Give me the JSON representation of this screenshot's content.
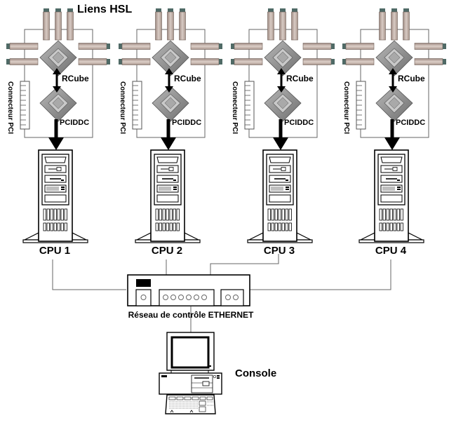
{
  "title": "Liens HSL",
  "nodes": [
    {
      "cpu_label": "CPU 1",
      "router_label": "RCube",
      "bridge_label": "PCIDDC",
      "connector_label": "Connecteur PCI"
    },
    {
      "cpu_label": "CPU 2",
      "router_label": "RCube",
      "bridge_label": "PCIDDC",
      "connector_label": "Connecteur PCI"
    },
    {
      "cpu_label": "CPU 3",
      "router_label": "RCube",
      "bridge_label": "PCIDDC",
      "connector_label": "Connecteur PCI"
    },
    {
      "cpu_label": "CPU 4",
      "router_label": "RCube",
      "bridge_label": "PCIDDC",
      "connector_label": "Connecteur PCI"
    }
  ],
  "network": {
    "label": "Réseau de contrôle ETHERNET"
  },
  "console": {
    "label": "Console"
  },
  "icons": {
    "link": "hsl-link-cable-icon",
    "chip": "chip-icon",
    "tower": "tower-computer-icon",
    "switch": "ethernet-switch-icon",
    "console": "desktop-computer-icon"
  }
}
